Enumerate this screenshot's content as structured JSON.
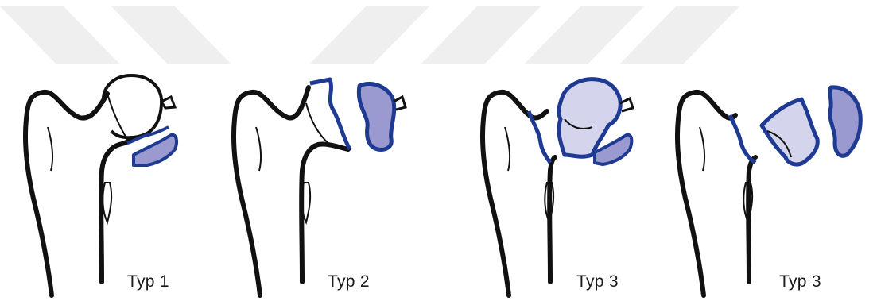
{
  "panels": [
    {
      "id": "panel-1",
      "label": "Typ 1"
    },
    {
      "id": "panel-2",
      "label": "Typ 2"
    },
    {
      "id": "panel-3",
      "label": "Typ 3"
    },
    {
      "id": "panel-4",
      "label": "Typ 3"
    }
  ],
  "colors": {
    "outline": "#111111",
    "fracture_line": "#1f3a93",
    "fragment_fill_light": "#d4d4ec",
    "fragment_fill_dark": "#9a9ad0",
    "watermark": "#ededed"
  }
}
